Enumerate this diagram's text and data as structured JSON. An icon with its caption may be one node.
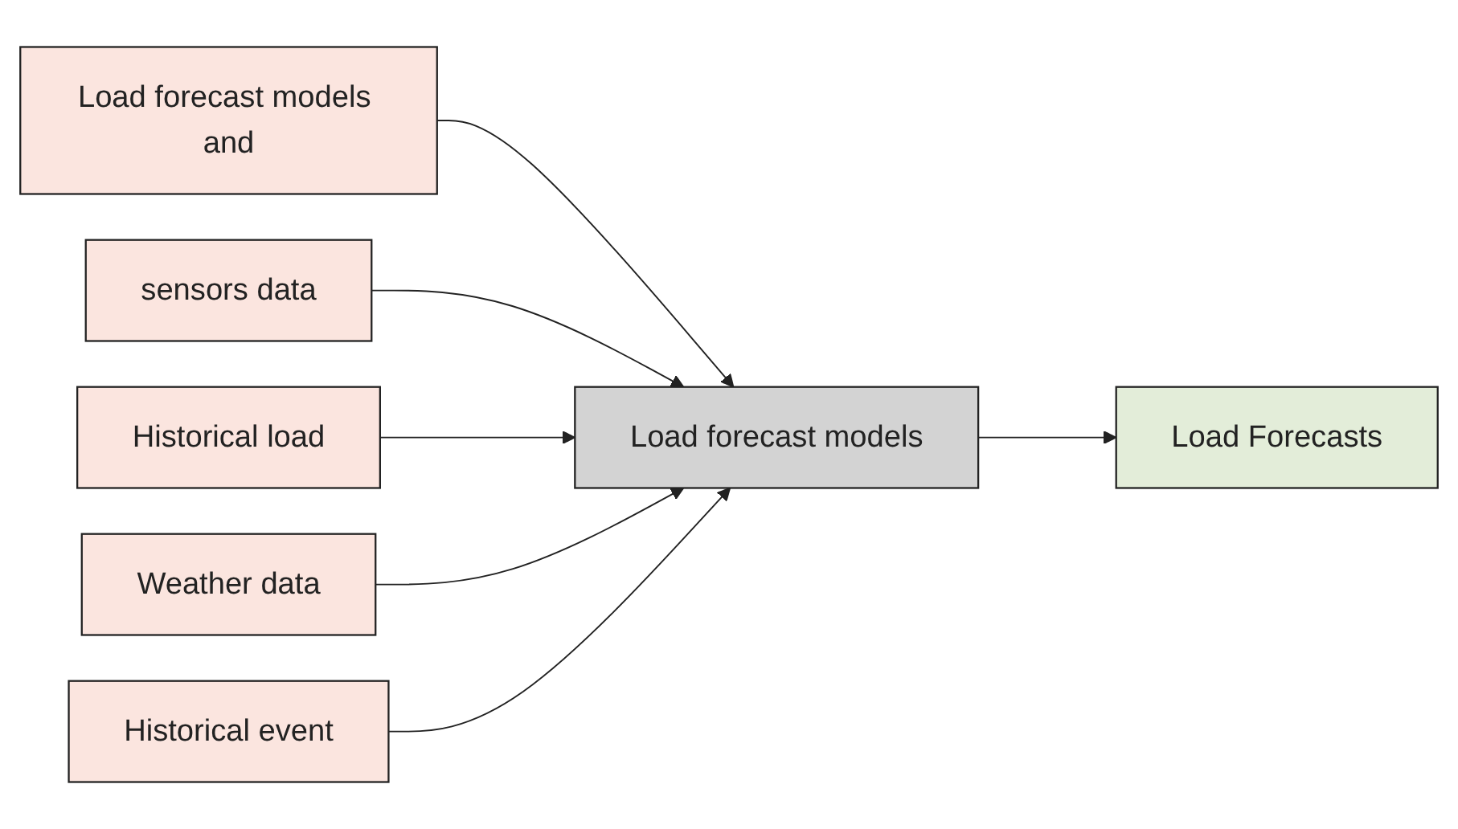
{
  "diagram": {
    "nodes": [
      {
        "text": [
          "Load forecast models and"
        ]
      },
      {
        "text": [
          "sensors data"
        ]
      },
      {
        "text": [
          "Load forecast models"
        ]
      },
      {
        "text": [
          "Load Forecasts"
        ]
      },
      {
        "text": [
          "Historical load"
        ]
      },
      {
        "text": [
          "Weather data"
        ]
      },
      {
        "text": [
          "Historical event"
        ]
      }
    ],
    "edges": [
      {
        "from": 0,
        "to": 2,
        "arrow": "to"
      },
      {
        "from": 1,
        "to": 2,
        "arrow": "to"
      },
      {
        "from": 2,
        "to": 3,
        "arrow": "to"
      },
      {
        "from": 4,
        "to": 2,
        "arrow": "to"
      },
      {
        "from": 5,
        "to": 2,
        "arrow": "to"
      },
      {
        "from": 6,
        "to": 2,
        "arrow": "to"
      }
    ]
  }
}
